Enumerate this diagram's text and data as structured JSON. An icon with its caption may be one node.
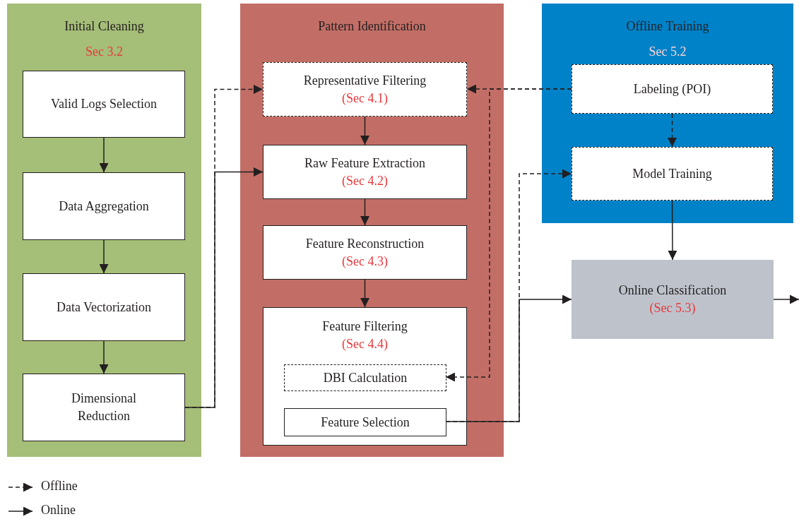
{
  "diagram": {
    "nodes": [
      {
        "text": [
          "Initial Cleaning",
          "Sec 3.2"
        ]
      },
      {
        "text": [
          "Valid Logs Selection"
        ],
        "in": 0
      },
      {
        "text": [
          "Data Aggregation"
        ],
        "in": 0
      },
      {
        "text": [
          "Data Vectorization"
        ],
        "in": 0
      },
      {
        "text": [
          "Dimensional Reduction"
        ],
        "in": 0
      },
      {
        "text": [
          "Pattern Identification"
        ]
      },
      {
        "text": [
          "Representative Filtering",
          "(Sec 4.1)"
        ],
        "in": 5
      },
      {
        "text": [
          "Raw Feature Extraction",
          "(Sec 4.2)"
        ],
        "in": 5
      },
      {
        "text": [
          "Feature Reconstruction",
          "(Sec 4.3)"
        ],
        "in": 5
      },
      {
        "text": [
          "Feature Filtering",
          "(Sec 4.4)"
        ],
        "in": 5
      },
      {
        "text": [
          "DBI Calculation"
        ],
        "in": 9
      },
      {
        "text": [
          "Feature Selection"
        ],
        "in": 9
      },
      {
        "text": [
          "Offline Training",
          "Sec 5.2"
        ]
      },
      {
        "text": [
          "Labeling (POI)"
        ],
        "in": 12
      },
      {
        "text": [
          "Model Training"
        ],
        "in": 12
      },
      {
        "text": [
          "Online Classification",
          "(Sec 5.3)"
        ]
      }
    ],
    "edges": [
      {
        "from": 1,
        "to": 2,
        "arrow": "to"
      },
      {
        "from": 2,
        "to": 3,
        "arrow": "to"
      },
      {
        "from": 3,
        "to": 4,
        "arrow": "to"
      },
      {
        "from": 4,
        "to": 7,
        "arrow": "to"
      },
      {
        "from": 4,
        "to": 6,
        "arrow": "to",
        "style": "dashed"
      },
      {
        "from": 6,
        "to": 7,
        "arrow": "to"
      },
      {
        "from": 7,
        "to": 8,
        "arrow": "to"
      },
      {
        "from": 8,
        "to": 9,
        "arrow": "to"
      },
      {
        "from": 13,
        "to": 6,
        "arrow": "to",
        "style": "dashed"
      },
      {
        "from": 13,
        "to": 10,
        "arrow": "to",
        "style": "dashed"
      },
      {
        "from": 13,
        "to": 14,
        "arrow": "to",
        "style": "dashed"
      },
      {
        "from": 11,
        "to": 14,
        "arrow": "to",
        "style": "dashed"
      },
      {
        "from": 11,
        "to": 15,
        "arrow": "to"
      },
      {
        "from": 14,
        "to": 15,
        "arrow": "to"
      },
      {
        "from": 15,
        "to": null,
        "arrow": "to"
      }
    ],
    "legend": [
      {
        "text": "Offline"
      },
      {
        "text": "Online"
      }
    ]
  }
}
